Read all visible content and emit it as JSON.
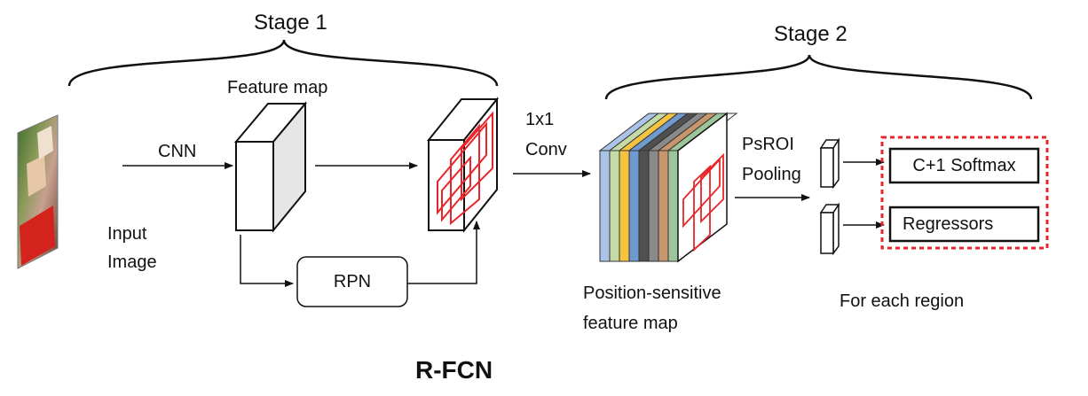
{
  "diagram": {
    "stage1_label": "Stage 1",
    "stage2_label": "Stage 2",
    "feature_map_label": "Feature map",
    "input_label_line1": "Input",
    "input_label_line2": "Image",
    "cnn_label": "CNN",
    "rpn_label": "RPN",
    "conv_label_line1": "1x1",
    "conv_label_line2": "Conv",
    "psroi_label_line1": "PsROI",
    "psroi_label_line2": "Pooling",
    "ps_map_label_line1": "Position-sensitive",
    "ps_map_label_line2": "feature map",
    "softmax_label": "C+1 Softmax",
    "regressors_label": "Regressors",
    "region_label": "For each region",
    "title": "R-FCN"
  },
  "colors": {
    "roi_red": "#e8262a",
    "dashed_box": "#e8262a",
    "slice_colors": [
      "#a9c4e6",
      "#c5dba5",
      "#f5c342",
      "#6e9ad0",
      "#505050",
      "#8a8a8a",
      "#c8956c",
      "#9dc59a"
    ]
  }
}
